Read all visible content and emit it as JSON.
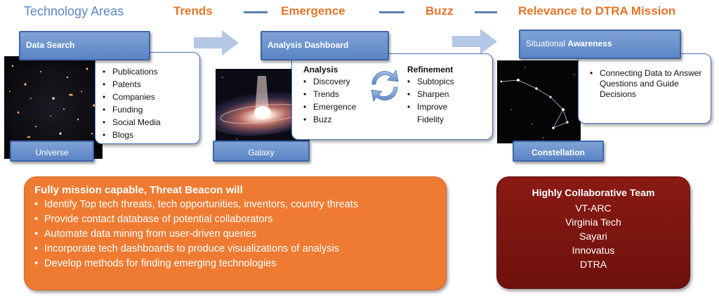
{
  "header": {
    "technology_areas": "Technology Areas",
    "trends": "Trends",
    "emergence": "Emergence",
    "buzz": "Buzz",
    "relevance": "Relevance to DTRA Mission"
  },
  "column1": {
    "header": "Data Search",
    "items": [
      "Publications",
      "Patents",
      "Companies",
      "Funding",
      "Social Media",
      "Blogs"
    ],
    "image_label": "Universe"
  },
  "column2": {
    "header": "Analysis Dashboard",
    "analysis_title": "Analysis",
    "analysis_items": [
      "Discovery",
      "Trends",
      "Emergence",
      "Buzz"
    ],
    "refinement_title": "Refinement",
    "refinement_items": [
      "Subtopics",
      "Sharpen",
      "Improve Fidelity"
    ],
    "image_label": "Galaxy"
  },
  "column3": {
    "header_prefix": "Situational ",
    "header_bold": "Awareness",
    "items": [
      "Connecting Data to Answer Questions and Guide Decisions"
    ],
    "image_label": "Constellation"
  },
  "capabilities": {
    "title": "Fully mission capable, Threat Beacon will",
    "items": [
      "Identify Top tech threats, tech opportunities, inventors, country threats",
      "Provide contact database of potential collaborators",
      "Automate data mining from user-driven queries",
      "Incorporate tech dashboards to produce visualizations of analysis",
      "Develop methods for finding emerging technologies"
    ]
  },
  "team": {
    "title": "Highly Collaborative Team",
    "members": [
      "VT-ARC",
      "Virginia Tech",
      "Sayari",
      "Innovatus",
      "DTRA"
    ]
  },
  "colors": {
    "header_orange": "#e8742a",
    "header_blue": "#5a86c2",
    "box_blue": "#5b84c6",
    "capability_orange": "#ef7b32",
    "team_red": "#7a150f"
  }
}
